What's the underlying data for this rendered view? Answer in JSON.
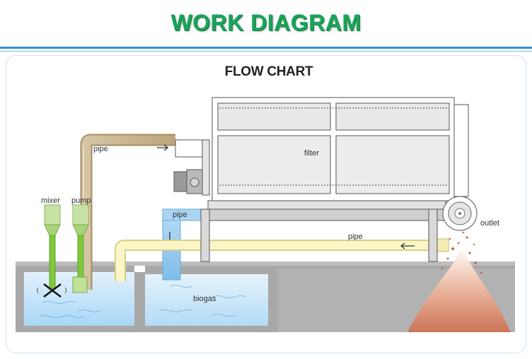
{
  "header": {
    "title": "WORK DIAGRAM"
  },
  "diagram": {
    "title": "FLOW CHART",
    "labels": {
      "pipe_top": "pipe",
      "filter": "filter",
      "mixer": "mixer",
      "pump": "pump",
      "pipe_blue": "pipe",
      "pipe_return": "pipe",
      "outlet": "outlet",
      "biogas": "biogas"
    }
  },
  "colors": {
    "title_green": "#1aa55a",
    "divider_blue": "#2f95d8",
    "water_blue": "#cfe8fb",
    "pipe_tan": "#c9b48f",
    "pipe_yellow": "#fbf6c8",
    "pipe_blue": "#9fd0f2",
    "mixer_green": "#7ec83a",
    "solids_brown": "#d8876a"
  }
}
